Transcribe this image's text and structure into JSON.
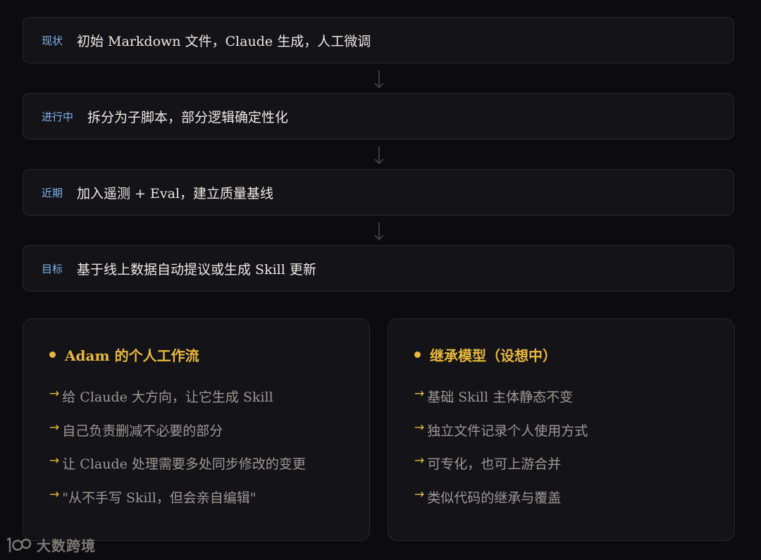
{
  "steps": [
    {
      "label": "现状",
      "text": "初始 Markdown 文件，Claude 生成，人工微调"
    },
    {
      "label": "进行中",
      "text": "拆分为子脚本，部分逻辑确定性化"
    },
    {
      "label": "近期",
      "text": "加入遥测 + Eval，建立质量基线"
    },
    {
      "label": "目标",
      "text": "基于线上数据自动提议或生成 Skill 更新"
    }
  ],
  "cards": [
    {
      "title": "Adam 的个人工作流",
      "items": [
        "给 Claude 大方向，让它生成 Skill",
        "自己负责删减不必要的部分",
        "让 Claude 处理需要多处同步修改的变更",
        "\"从不手写 Skill，但会亲自编辑\""
      ]
    },
    {
      "title": "继承模型（设想中）",
      "items": [
        "基础 Skill 主体静态不变",
        "独立文件记录个人使用方式",
        "可专化，也可上游合并",
        "类似代码的继承与覆盖"
      ]
    }
  ],
  "arrow_glyph": "→",
  "watermark": {
    "logo": "100",
    "text": "大数跨境"
  },
  "colors": {
    "background": "#0c0c0f",
    "card": "#141418",
    "border": "#26262c",
    "label": "#7fb2ea",
    "accent": "#e8b83c",
    "muted": "#9b9894"
  }
}
